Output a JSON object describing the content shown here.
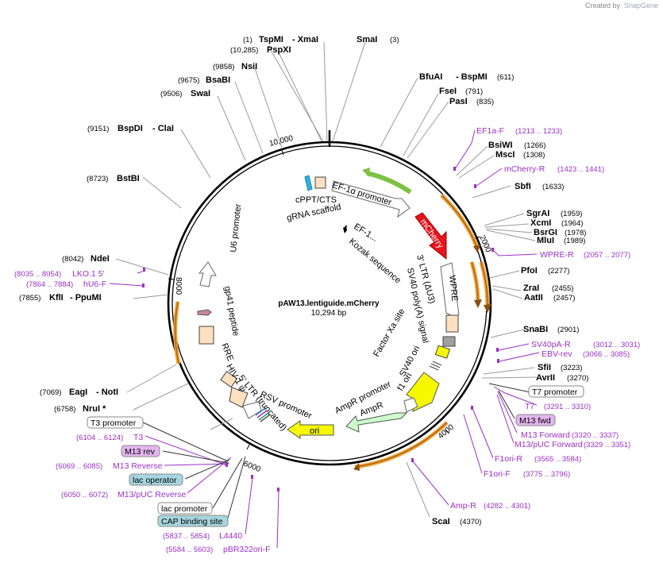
{
  "brand": {
    "created_by": "Created by",
    "name": "SnapGene"
  },
  "plasmid": {
    "name": "pAW13.lentiguide.mCherry",
    "size": "10,294 bp"
  },
  "ticks": [
    "10,000",
    "2000",
    "4000",
    "6000",
    "8000"
  ],
  "sites": [
    {
      "pos": "(1)",
      "name": "TspMI",
      "extra": "- XmaI"
    },
    {
      "pos": "(10,285)",
      "name": "PspXI"
    },
    {
      "pos": "(9858)",
      "name": "NsiI"
    },
    {
      "pos": "(9675)",
      "name": "BsaBI"
    },
    {
      "pos": "(9506)",
      "name": "SwaI"
    },
    {
      "pos": "(9151)",
      "name": "BspDI",
      "extra": "- ClaI"
    },
    {
      "pos": "(8723)",
      "name": "BstBI"
    },
    {
      "pos": "(8042)",
      "name": "NdeI"
    },
    {
      "pos": "(7855)",
      "name": "KflI",
      "extra": "- PpuMI"
    },
    {
      "pos": "(7069)",
      "name": "EagI",
      "extra": "- NotI"
    },
    {
      "pos": "(6758)",
      "name": "NruI *"
    },
    {
      "name": "SmaI",
      "pos": "(3)"
    },
    {
      "name": "BfuAI",
      "extra": "- BspMI",
      "pos": "(611)"
    },
    {
      "name": "FseI",
      "pos": "(791)"
    },
    {
      "name": "PasI",
      "pos": "(835)"
    },
    {
      "name": "BsiWI",
      "pos": "(1266)"
    },
    {
      "name": "MscI",
      "pos": "(1308)"
    },
    {
      "name": "SbfI",
      "pos": "(1633)"
    },
    {
      "name": "SgrAI",
      "pos": "(1959)"
    },
    {
      "name": "XcmI",
      "pos": "(1964)"
    },
    {
      "name": "BsrGI",
      "pos": "(1978)"
    },
    {
      "name": "MluI",
      "pos": "(1989)"
    },
    {
      "name": "PfoI",
      "pos": "(2277)"
    },
    {
      "name": "ZraI",
      "pos": "(2455)"
    },
    {
      "name": "AatII",
      "pos": "(2457)"
    },
    {
      "name": "SnaBI",
      "pos": "(2901)"
    },
    {
      "name": "SfiI",
      "pos": "(3223)"
    },
    {
      "name": "AvrII",
      "pos": "(3270)"
    },
    {
      "name": "ScaI",
      "pos": "(4370)"
    }
  ],
  "primers": [
    {
      "name": "EF1a-F",
      "range": "(1213 .. 1233)"
    },
    {
      "name": "mCherry-R",
      "range": "(1423 .. 1441)"
    },
    {
      "name": "WPRE-R",
      "range": "(2057 .. 2077)"
    },
    {
      "name": "SV40pA-R",
      "range": "(3012 .. 3031)"
    },
    {
      "name": "EBV-rev",
      "range": "(3066 .. 3085)"
    },
    {
      "name": "T7",
      "range": "(3291 .. 3310)"
    },
    {
      "name": "M13 Forward",
      "range": "(3320 .. 3337)"
    },
    {
      "name": "M13/pUC Forward",
      "range": "(3329 .. 3351)"
    },
    {
      "name": "F1ori-R",
      "range": "(3565 .. 3584)"
    },
    {
      "name": "F1ori-F",
      "range": "(3775 .. 3796)"
    },
    {
      "name": "Amp-R",
      "range": "(4282 .. 4301)"
    },
    {
      "name": "LKO.1 5'",
      "range": "(8035 .. 8054)"
    },
    {
      "name": "hU6-F",
      "range": "(7864 .. 7884)"
    },
    {
      "name": "T3",
      "range": "(6104 .. 6124)"
    },
    {
      "name": "M13 Reverse",
      "range": "(6069 .. 6085)"
    },
    {
      "name": "M13/pUC Reverse",
      "range": "(6050 .. 6072)"
    },
    {
      "name": "L4440",
      "range": "(5837 .. 5854)"
    },
    {
      "name": "pBR322ori-F",
      "range": "(5584 .. 5603)"
    }
  ],
  "boxes": {
    "t7_promoter": "T7 promoter",
    "m13_fwd": "M13 fwd",
    "t3_promoter": "T3 promoter",
    "m13_rev": "M13 rev",
    "lac_operator": "lac operator",
    "lac_promoter": "lac promoter",
    "cap_binding_site": "CAP binding site"
  },
  "features": {
    "cppt": "cPPT/CTS",
    "grna": "gRNA scaffold",
    "ef1a": "EF-1α promoter",
    "ef1_short": "EF-1...",
    "kozak": "Kozak sequence",
    "mcherry": "mCherry",
    "sv40_polya": "SV40 poly(A) signal",
    "ltr3": "3' LTR (ΔU3)",
    "wpre": "WPRE",
    "factor_xa": "Factor Xa site",
    "sv40_ori": "SV40 ori",
    "f1_ori": "f1 ori",
    "ampr_promoter": "AmpR promoter",
    "ampr": "AmpR",
    "ori": "ori",
    "rsv": "RSV promoter",
    "ltr5": "5' LTR (truncated)",
    "hiv_psi": "HIV-1 ψ",
    "rre": "RRE",
    "gp41": "gp41 peptide",
    "u6": "U6 promoter"
  },
  "colors": {
    "primer": "#9b2fc7",
    "mcherry": "#e8131b",
    "ef1a": "#7dc142",
    "orange_arc": "#f0a030",
    "ori": "#f7f700",
    "ampr": "#ccffcc",
    "peach": "#ffe0c0",
    "cyan": "#2bb4e0",
    "box_pink": "#e3b5ee",
    "box_teal": "#a6d6df"
  }
}
